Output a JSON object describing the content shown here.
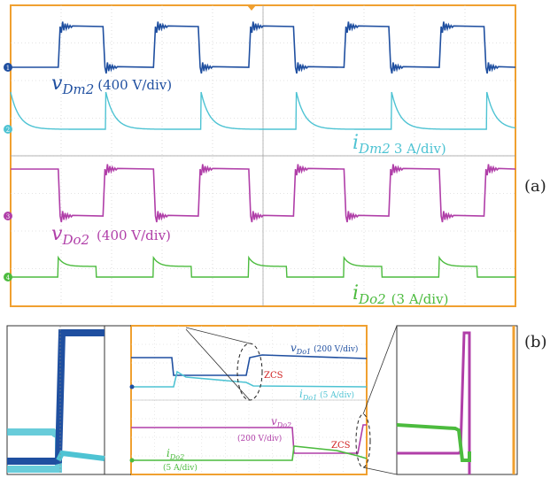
{
  "figure": {
    "panel_a": "(a)",
    "panel_b": "(b)"
  },
  "chart_data": [
    {
      "type": "line",
      "panel": "(a)",
      "grid": true,
      "colors": {
        "vDm2": "#1f4fa0",
        "iDm2": "#4ec3d3",
        "vDo2": "#b03ea8",
        "iDo2": "#4cbb3e",
        "frame": "#f0a030"
      },
      "labels": {
        "vDm2": {
          "main": "v",
          "sub": "Dm2",
          "scale": "(400 V/div)"
        },
        "iDm2": {
          "main": "i",
          "sub": "Dm2",
          "scale": "3 A/div)"
        },
        "vDo2": {
          "main": "v",
          "sub": "Do2",
          "scale": "(400 V/div)"
        },
        "iDo2": {
          "main": "i",
          "sub": "Do2",
          "scale": "(3 A/div)"
        }
      },
      "channel_markers": [
        "1",
        "2",
        "3",
        "4"
      ],
      "series": [
        {
          "name": "vDm2",
          "x": [
            0,
            50,
            52,
            97,
            99,
            150,
            152,
            197,
            199,
            250,
            252,
            297,
            299,
            350,
            352,
            397,
            399,
            450,
            452,
            497,
            499,
            530
          ],
          "y": [
            0,
            0,
            1,
            1,
            0,
            0,
            1,
            1,
            0,
            0,
            1,
            1,
            0,
            0,
            1,
            1,
            0,
            0,
            1,
            1,
            0,
            0
          ]
        },
        {
          "name": "iDm2",
          "period": 100,
          "decay_start": 0,
          "shape": "exponential-decay"
        },
        {
          "name": "vDo2",
          "x": [
            0,
            50,
            52,
            97,
            99,
            150,
            152,
            197,
            199,
            250,
            252,
            297,
            299,
            350,
            352,
            397,
            399,
            450,
            452,
            497,
            499,
            530
          ],
          "y": [
            1,
            1,
            0,
            0,
            1,
            1,
            0,
            0,
            1,
            1,
            0,
            0,
            1,
            1,
            0,
            0,
            1,
            1,
            0,
            0,
            1,
            1
          ]
        },
        {
          "name": "iDo2",
          "period": 100,
          "decay_start": 50,
          "shape": "step-decay"
        }
      ]
    },
    {
      "type": "line",
      "panel": "(b)",
      "grid": true,
      "annotations": [
        "ZCS",
        "ZCS"
      ],
      "labels": {
        "vDo1": {
          "main": "v",
          "sub": "Do1",
          "scale": "(200 V/div)"
        },
        "iDo1": {
          "main": "i",
          "sub": "Do1",
          "scale": "(5 A/div)"
        },
        "vDo2": {
          "main": "v",
          "sub": "Do2",
          "scale": "(200 V/div)"
        },
        "iDo2": {
          "main": "i",
          "sub": "Do2",
          "scale": "(5 A/div)"
        }
      }
    }
  ]
}
